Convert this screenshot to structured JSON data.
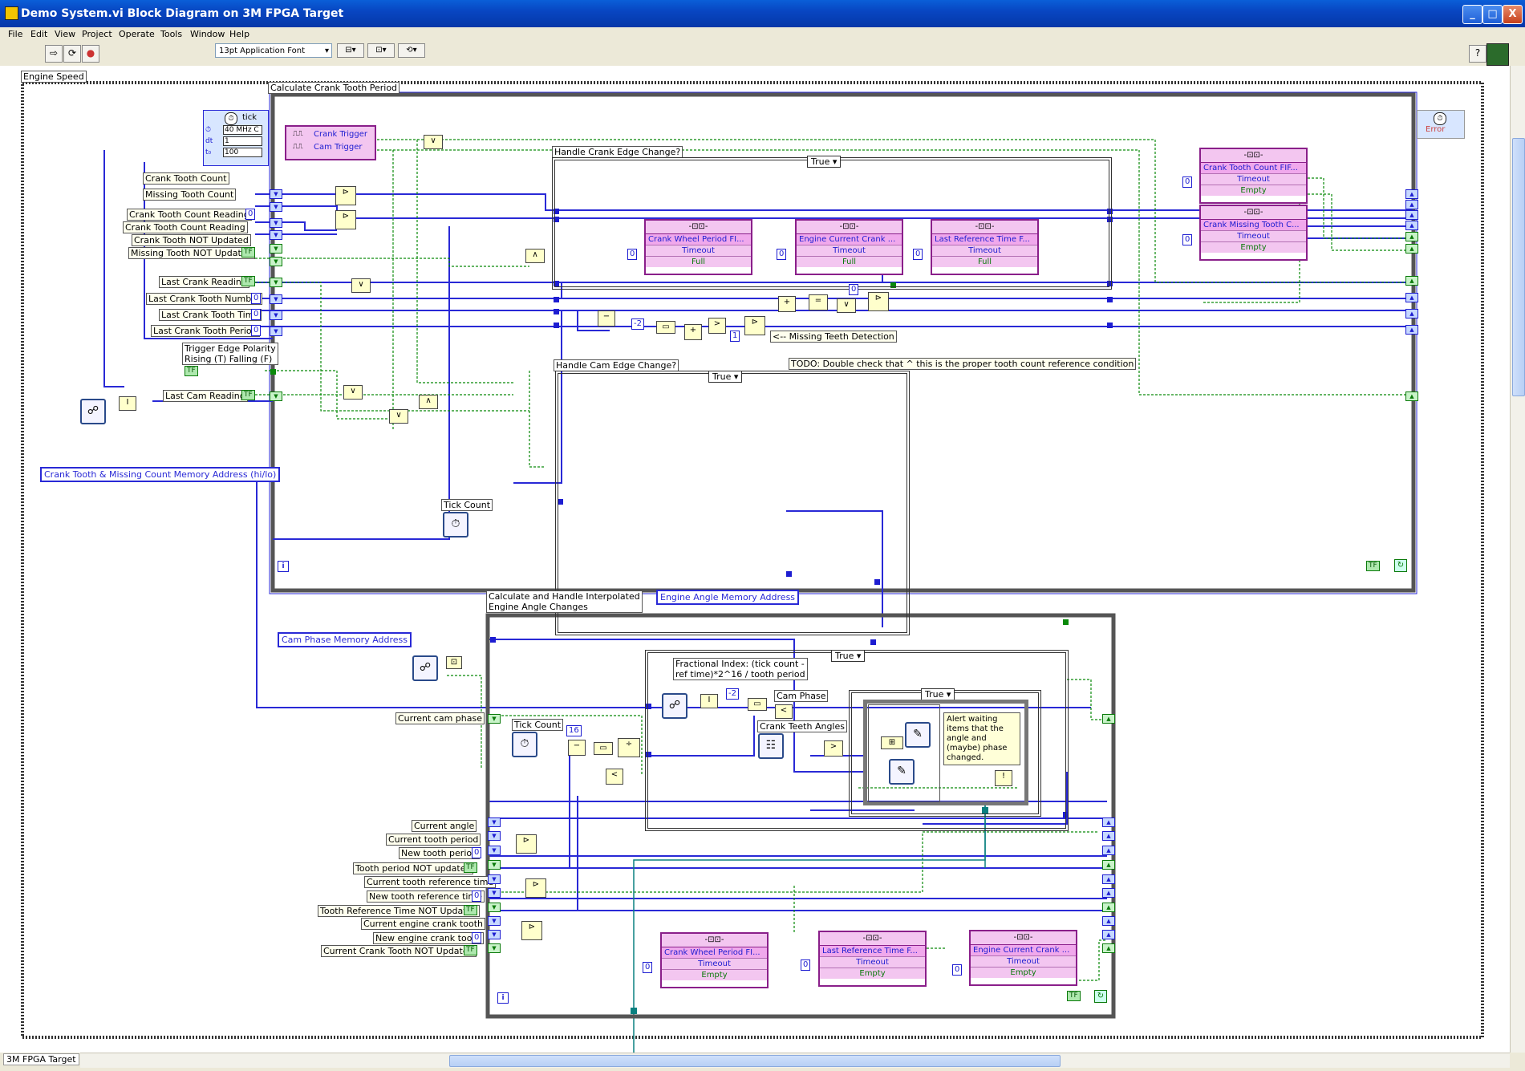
{
  "window": {
    "title": "Demo System.vi Block Diagram on 3M FPGA Target",
    "minimize": "_",
    "maximize": "□",
    "close": "X"
  },
  "menu": [
    "File",
    "Edit",
    "View",
    "Project",
    "Operate",
    "Tools",
    "Window",
    "Help"
  ],
  "toolbar": {
    "font": "13pt Application Font",
    "font_arrow": "▾",
    "run_icon": "⇨",
    "run_cont_icon": "⟳",
    "abort_icon": "●",
    "align": "⊟▾",
    "distribute": "⊡▾",
    "reorder": "⟲▾",
    "help": "?"
  },
  "diagram": {
    "outer_label": "Engine Speed",
    "loop1_label": "Calculate Crank Tooth Period",
    "loop2_label_line1": "Calculate and Handle Interpolated",
    "loop2_label_line2": "Engine Angle Changes",
    "timed_loop": {
      "title": "tick",
      "rows": [
        "40 MHz C",
        "1",
        "100"
      ],
      "row_prefix": [
        "⏱",
        "dt",
        "t₀"
      ]
    },
    "error_terminal": "Error",
    "triggers": [
      "Crank Trigger",
      "Cam Trigger"
    ],
    "left_labels": [
      "Crank Tooth Count",
      "Missing Tooth Count",
      "Crank Tooth Count Reading",
      "Crank Tooth Count Reading",
      "Crank Tooth NOT Updated",
      "Missing Tooth NOT Updated",
      "Last Crank Reading",
      "Last Crank Tooth Number",
      "Last Crank Tooth Time",
      "Last Crank Tooth Period"
    ],
    "trigger_polarity_line1": "Trigger Edge Polarity",
    "trigger_polarity_line2": "Rising (T) Falling (F)",
    "last_cam_reading": "Last Cam Reading",
    "mem_addr_1": "Crank Tooth & Missing Count Memory Address (hi/lo)",
    "case1": {
      "label": "Handle Crank Edge Change?",
      "selector": "True ▾"
    },
    "case2": {
      "label": "Handle Cam Edge Change?",
      "selector": "True ▾"
    },
    "fifos_top": [
      {
        "name": "Crank Wheel Period FI...",
        "timeout": "Timeout",
        "status": "Full"
      },
      {
        "name": "Engine Current Crank ...",
        "timeout": "Timeout",
        "status": "Full"
      },
      {
        "name": "Last Reference Time F...",
        "timeout": "Timeout",
        "status": "Full"
      }
    ],
    "fifos_right": [
      {
        "name": "Crank Tooth Count FIF...",
        "timeout": "Timeout",
        "status": "Empty"
      },
      {
        "name": "Crank Missing Tooth C...",
        "timeout": "Timeout",
        "status": "Empty"
      }
    ],
    "missing_teeth": "<-- Missing Teeth Detection",
    "todo": "TODO: Double check that ^ this is the proper tooth count reference condition",
    "tick_count": "Tick Count",
    "engine_angle_mem": "Engine Angle Memory Address",
    "cam_phase_mem": "Cam Phase Memory Address",
    "current_cam_phase": "Current cam phase",
    "frac_index_line1": "Fractional Index: (tick count -",
    "frac_index_line2": "ref time)*2^16 / tooth period",
    "cam_phase": "Cam Phase",
    "crank_teeth_angles": "Crank Teeth Angles",
    "alert_note": "Alert waiting items that the angle and (maybe) phase changed.",
    "case3_selector": "True ▾",
    "case4_selector": "True ▾",
    "lower_labels": [
      "Current angle",
      "Current tooth period",
      "New tooth period",
      "Tooth period NOT updated",
      "Current tooth reference time",
      "New tooth reference time",
      "Tooth Reference Time NOT Updated",
      "Current engine crank tooth",
      "New engine crank tooth",
      "Current Crank Tooth NOT Updated"
    ],
    "fifos_bottom": [
      {
        "name": "Crank Wheel Period FI...",
        "timeout": "Timeout",
        "status": "Empty"
      },
      {
        "name": "Last Reference Time F...",
        "timeout": "Timeout",
        "status": "Empty"
      },
      {
        "name": "Engine Current Crank ...",
        "timeout": "Timeout",
        "status": "Empty"
      }
    ],
    "constants": {
      "zero": "0",
      "neg2": "-2",
      "one": "1",
      "sixteen": "16",
      "tf": "TF",
      "info": "i",
      "stop": "↻"
    }
  },
  "status": {
    "target": "3M FPGA Target"
  }
}
